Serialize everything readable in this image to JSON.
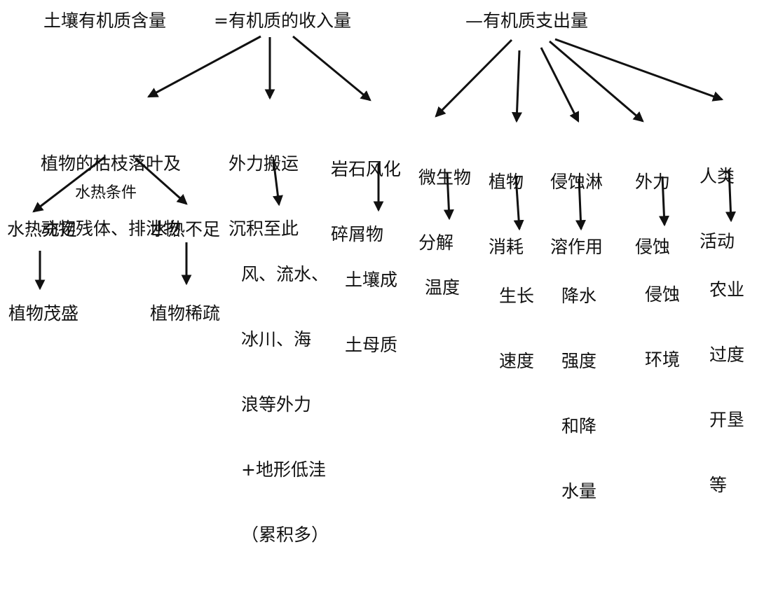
{
  "colors": {
    "text": "#111111",
    "arrow": "#111111",
    "background": "#ffffff"
  },
  "equation": {
    "total": "土壤有机质含量",
    "income": "=有机质的收入量",
    "expense": "—有机质支出量"
  },
  "income_sources": {
    "plants": {
      "lines": [
        "植物的枯枝落叶及",
        "动物残体、排泄物"
      ]
    },
    "transport": {
      "lines": [
        "外力搬运",
        "沉积至此"
      ]
    },
    "weathering": {
      "lines": [
        "岩石风化",
        "碎屑物"
      ]
    }
  },
  "plant_branch": {
    "condition": "水热条件",
    "sufficient": "水热充足",
    "insufficient": "水热不足",
    "lush": "植物茂盛",
    "sparse": "植物稀疏"
  },
  "transport_detail": {
    "lines": [
      "风、流水、",
      "冰川、海",
      "浪等外力",
      "+地形低洼",
      "（累积多）"
    ]
  },
  "weathering_detail": {
    "lines": [
      "土壤成",
      "土母质"
    ]
  },
  "expense_causes": {
    "microbe": {
      "lines": [
        "微生物",
        "分解"
      ]
    },
    "plant_use": {
      "lines": [
        "植物",
        "消耗"
      ]
    },
    "erosion_leach": {
      "lines": [
        "侵蚀淋",
        "溶作用"
      ]
    },
    "external_erosion": {
      "lines": [
        "外力",
        "侵蚀"
      ]
    },
    "human": {
      "lines": [
        "人类",
        "活动"
      ]
    }
  },
  "expense_factors": {
    "microbe": {
      "lines": [
        "温度"
      ]
    },
    "plant_use": {
      "lines": [
        "生长",
        "速度"
      ]
    },
    "erosion_leach": {
      "lines": [
        "降水",
        "强度",
        "和降",
        "水量"
      ]
    },
    "external_erosion": {
      "lines": [
        "侵蚀",
        "环境"
      ]
    },
    "human": {
      "lines": [
        "农业",
        "过度",
        "开垦",
        "等"
      ]
    }
  }
}
